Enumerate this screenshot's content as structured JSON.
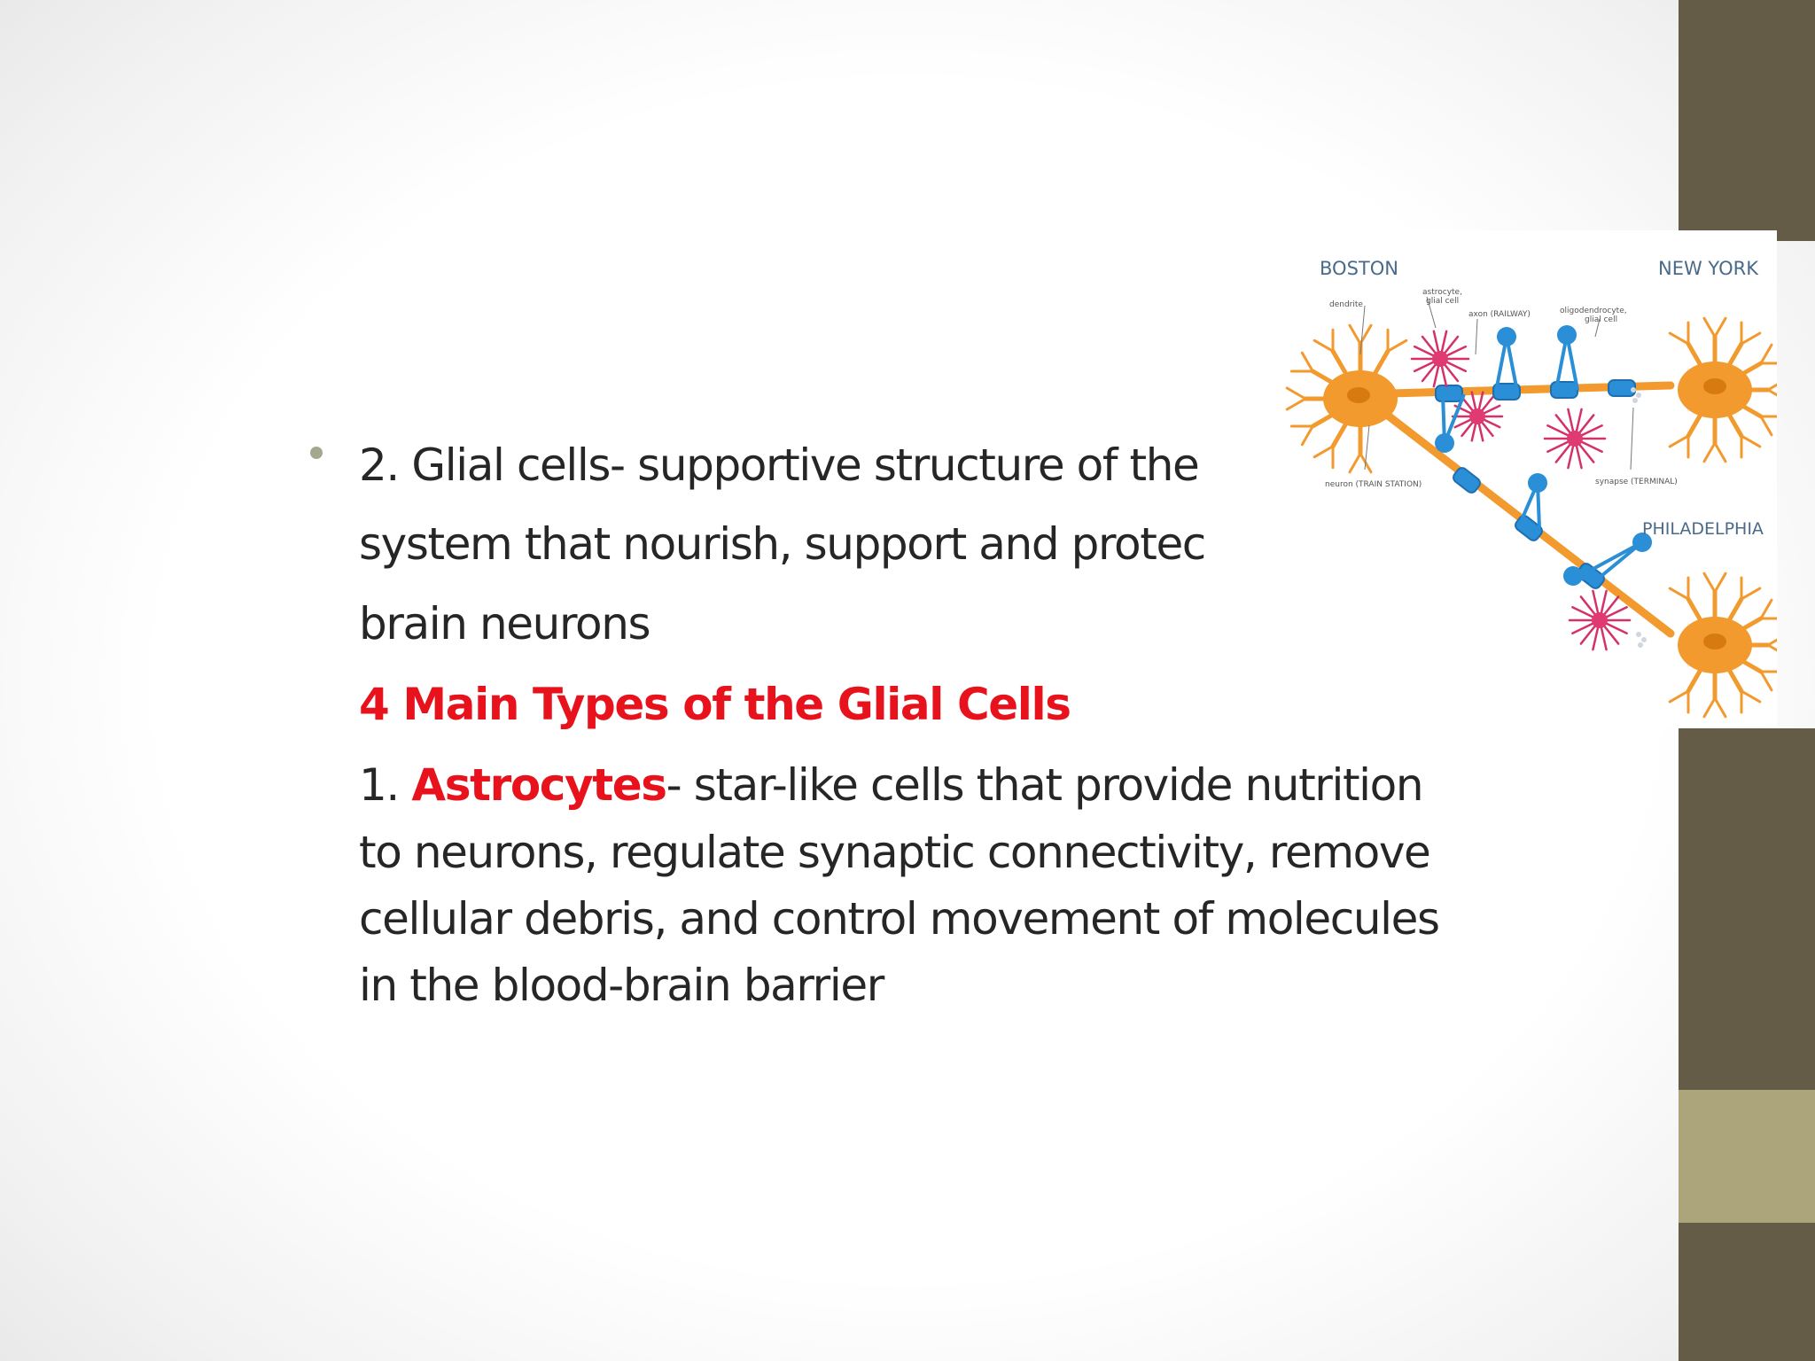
{
  "bullet": {
    "line1": "2. Glial cells- supportive structure of the",
    "line2": "system that nourish, support and protec",
    "line3": "brain neurons"
  },
  "types_heading": "4 Main Types of the Glial Cells",
  "astrocytes": {
    "number": "1. ",
    "term": "Astrocytes",
    "line1_rest": "- star-like cells that provide nutrition",
    "line2": "to neurons, regulate synaptic connectivity, remove",
    "line3": "cellular debris, and control movement of molecules",
    "line4": "in the blood-brain barrier"
  },
  "figure": {
    "city_boston": "BOSTON",
    "city_new_york": "NEW YORK",
    "city_philadelphia": "PHILADELPHIA",
    "label_dendrite": "dendrite",
    "label_astrocyte_1": "astrocyte,",
    "label_astrocyte_2": "glial cell",
    "label_axon": "axon (RAILWAY)",
    "label_oligo_1": "oligodendrocyte,",
    "label_oligo_2": "glial cell",
    "label_neuron": "neuron (TRAIN STATION)",
    "label_synapse": "synapse (TERMINAL)"
  },
  "colors": {
    "sidebar_dark": "#655c47",
    "sidebar_light": "#aca47a",
    "highlight_red": "#e8121c",
    "neuron_orange": "#f29a2e",
    "oligodendrocyte_blue": "#2a8fd6",
    "astrocyte_magenta": "#d6306a"
  }
}
